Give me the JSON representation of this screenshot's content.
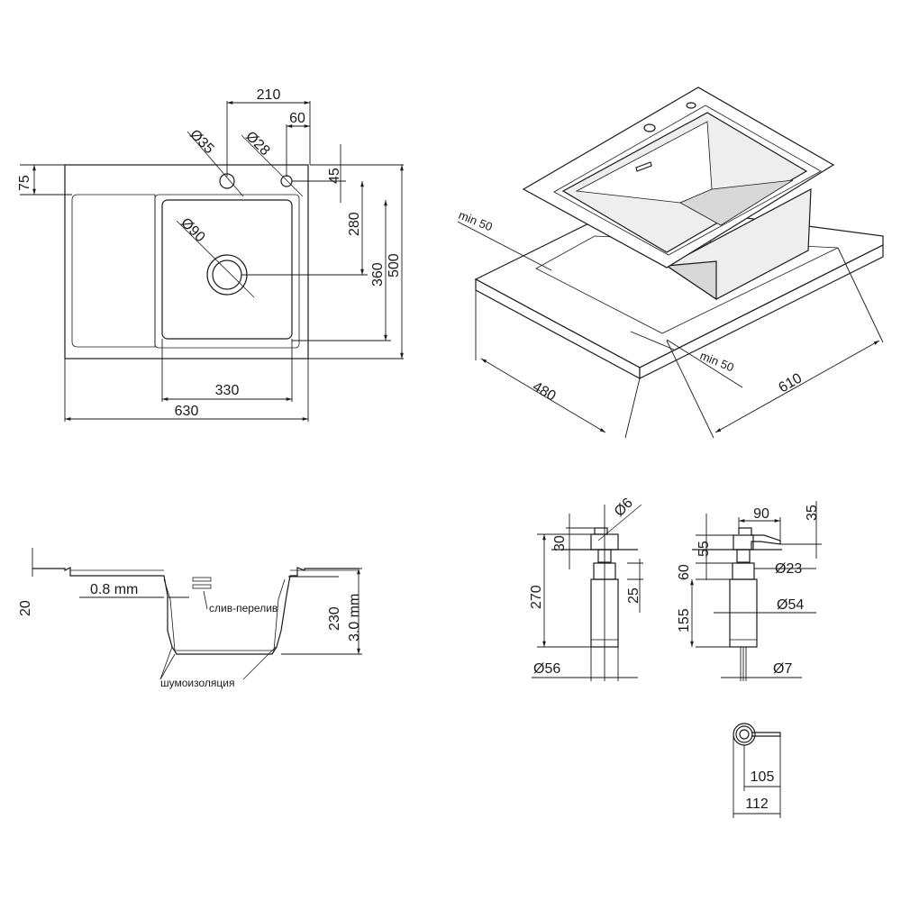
{
  "top_view": {
    "d210": "210",
    "d60": "60",
    "d35": "Ø35",
    "d28": "Ø28",
    "d75": "75",
    "d45": "45",
    "d280": "280",
    "d360": "360",
    "d500": "500",
    "d90": "Ø90",
    "d330": "330",
    "d630": "630"
  },
  "iso_view": {
    "min50_a": "min 50",
    "min50_b": "min 50",
    "d480": "480",
    "d610": "610"
  },
  "section_view": {
    "d20": "20",
    "d08": "0.8 mm",
    "overflow_label": "слив-перелив",
    "d230": "230",
    "d30mm": "3.0 mm",
    "insulation_label": "шумоизоляция"
  },
  "dispenser_left": {
    "d6": "Ø6",
    "d30": "30",
    "d270": "270",
    "d25": "25",
    "d56": "Ø56"
  },
  "dispenser_right": {
    "d90": "90",
    "d35": "35",
    "d55": "55",
    "d60": "60",
    "d23": "Ø23",
    "d155": "155",
    "d54": "Ø54",
    "d7": "Ø7"
  },
  "dispenser_top": {
    "d105": "105",
    "d112": "112"
  }
}
